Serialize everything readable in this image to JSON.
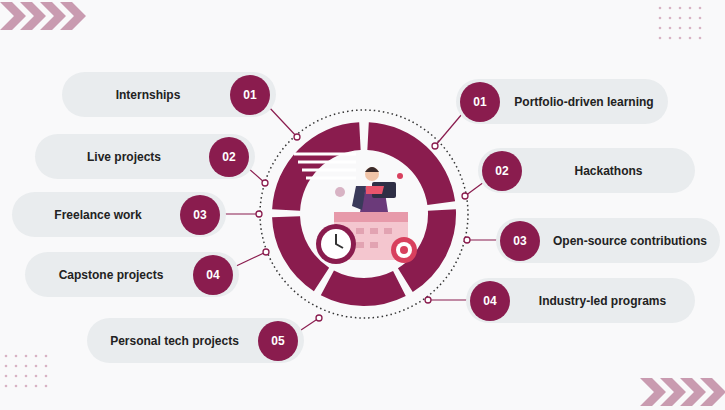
{
  "diagram": {
    "nodes": [
      {
        "text": [
          "Internships"
        ]
      },
      {
        "text": [
          "01"
        ],
        "in": 0
      },
      {
        "text": [
          "Live projects"
        ]
      },
      {
        "text": [
          "02"
        ],
        "in": 2
      },
      {
        "text": [
          "Freelance work"
        ]
      },
      {
        "text": [
          "03"
        ],
        "in": 4
      },
      {
        "text": [
          "Capstone projects"
        ]
      },
      {
        "text": [
          "04"
        ],
        "in": 6
      },
      {
        "text": [
          "Personal tech projects"
        ]
      },
      {
        "text": [
          "05"
        ],
        "in": 8
      },
      {
        "text": [
          "Portfolio-driven learning"
        ]
      },
      {
        "text": [
          "01"
        ],
        "in": 10
      },
      {
        "text": [
          "Hackathons"
        ]
      },
      {
        "text": [
          "02"
        ],
        "in": 12
      },
      {
        "text": [
          "Open-source contributions"
        ]
      },
      {
        "text": [
          "03"
        ],
        "in": 14
      },
      {
        "text": [
          "Industry-led programs"
        ]
      },
      {
        "text": [
          "04"
        ],
        "in": 16
      }
    ]
  }
}
